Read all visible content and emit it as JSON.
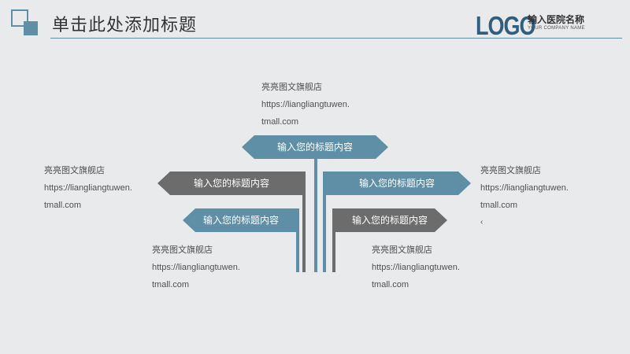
{
  "header": {
    "title": "单击此处添加标题",
    "logo": "LOGO",
    "company_name": "输入医院名称",
    "company_sub": "YOUR COMPANY NAME"
  },
  "colors": {
    "accent": "#5e8fa6",
    "gray": "#6c6c6c",
    "background": "#e9eaec"
  },
  "labels": {
    "top": "输入您的标题内容",
    "left_upper": "输入您的标题内容",
    "left_lower": "输入您的标题内容",
    "right_upper": "输入您的标题内容",
    "right_lower": "输入您的标题内容"
  },
  "texts": {
    "top": {
      "line1": "亮亮图文旗舰店",
      "line2": "https://liangliangtuwen.",
      "line3": "tmall.com"
    },
    "left_upper": {
      "line1": "亮亮图文旗舰店",
      "line2": "https://liangliangtuwen.",
      "line3": "tmall.com"
    },
    "right_upper": {
      "line1": "亮亮图文旗舰店",
      "line2": "https://liangliangtuwen.",
      "line3": "tmall.com",
      "line4": "‹"
    },
    "left_lower": {
      "line1": "亮亮图文旗舰店",
      "line2": "https://liangliangtuwen.",
      "line3": "tmall.com"
    },
    "right_lower": {
      "line1": "亮亮图文旗舰店",
      "line2": "https://liangliangtuwen.",
      "line3": "tmall.com"
    }
  }
}
